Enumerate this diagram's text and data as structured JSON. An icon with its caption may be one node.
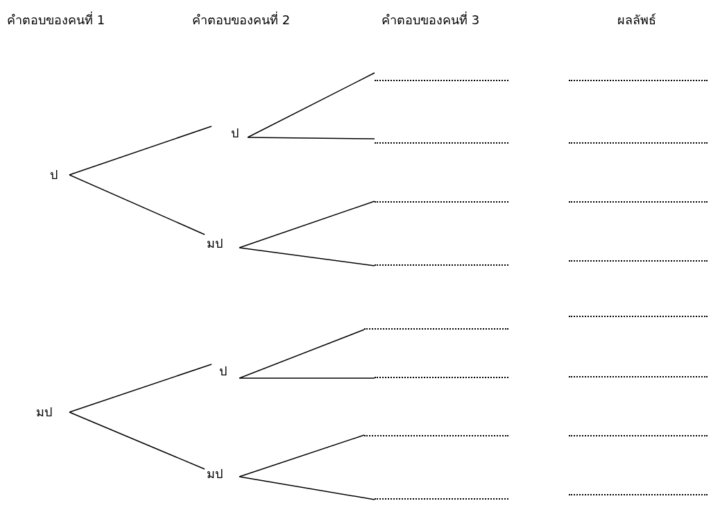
{
  "diagram": {
    "nodes": [
      {
        "text": [
          "ป"
        ]
      },
      {
        "text": [
          "ป"
        ]
      },
      {
        "text": [],
        "shape": "line"
      },
      {
        "text": [],
        "shape": "line"
      },
      {
        "text": [
          "มป"
        ]
      },
      {
        "text": [],
        "shape": "line"
      },
      {
        "text": [],
        "shape": "line"
      },
      {
        "text": [
          "มป"
        ]
      },
      {
        "text": [
          "ป"
        ]
      },
      {
        "text": [],
        "shape": "line"
      },
      {
        "text": [],
        "shape": "line"
      },
      {
        "text": [
          "มป"
        ]
      },
      {
        "text": [],
        "shape": "line"
      },
      {
        "text": [],
        "shape": "line"
      }
    ],
    "edges": [
      {
        "from": 0,
        "to": 1,
        "arrow": "none"
      },
      {
        "from": 0,
        "to": 4,
        "arrow": "none"
      },
      {
        "from": 1,
        "to": 2,
        "arrow": "none"
      },
      {
        "from": 1,
        "to": 3,
        "arrow": "none"
      },
      {
        "from": 4,
        "to": 5,
        "arrow": "none"
      },
      {
        "from": 4,
        "to": 6,
        "arrow": "none"
      },
      {
        "from": 7,
        "to": 8,
        "arrow": "none"
      },
      {
        "from": 7,
        "to": 11,
        "arrow": "none"
      },
      {
        "from": 8,
        "to": 9,
        "arrow": "none"
      },
      {
        "from": 8,
        "to": 10,
        "arrow": "none"
      },
      {
        "from": 11,
        "to": 12,
        "arrow": "none"
      },
      {
        "from": 11,
        "to": 13,
        "arrow": "none"
      }
    ],
    "labels": [
      "คำตอบของคนที่ 1",
      "คำตอบของคนที่ 2",
      "คำตอบของคนที่ 3",
      "ผลลัพธ์"
    ]
  }
}
